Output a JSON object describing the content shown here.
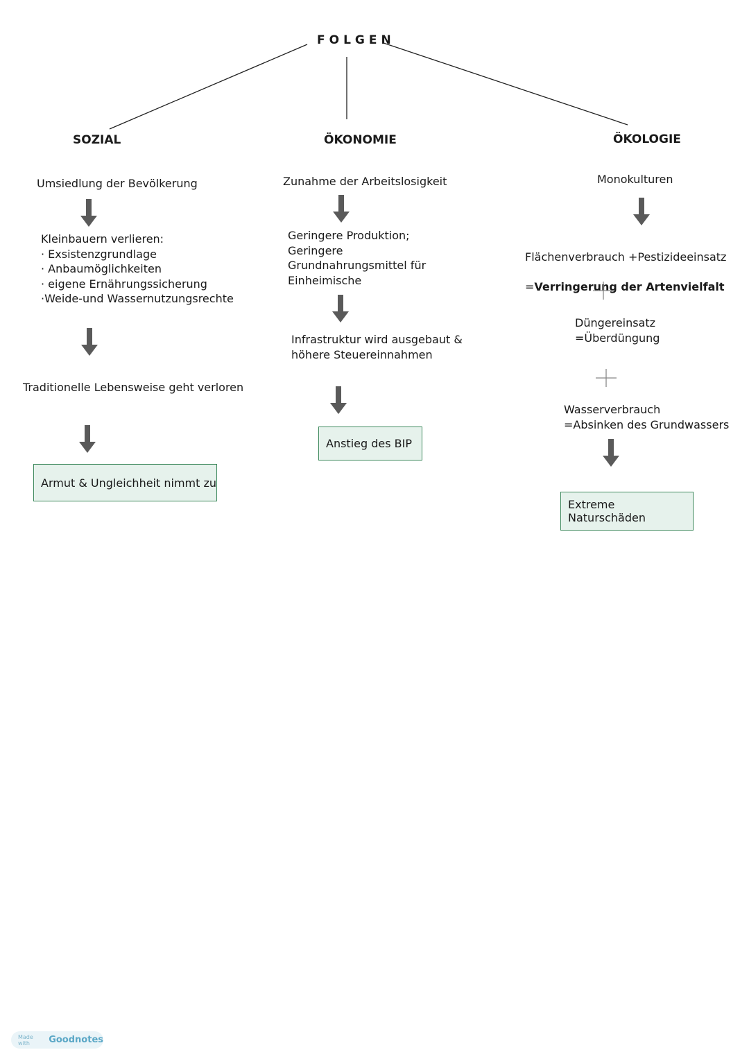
{
  "title": "FOLGEN",
  "columns": {
    "sozial": {
      "heading": "SOZIAL",
      "item1": "Umsiedlung der Bevölkerung",
      "item2": "Kleinbauern verlieren:\n· Exsistenzgrundlage\n· Anbaumöglichkeiten\n· eigene Ernährungssicherung\n·Weide-und Wassernutzungsrechte",
      "item3": "Traditionelle Lebensweise geht verloren",
      "result": "Armut & Ungleichheit nimmt zu"
    },
    "oekonomie": {
      "heading": "ÖKONOMIE",
      "item1": "Zunahme der Arbeitslosigkeit",
      "item2": "Geringere Produktion;\nGeringere\nGrundnahrungsmittel für\nEinheimische",
      "item3": "Infrastruktur wird ausgebaut &\nhöhere Steuereinnahmen",
      "result": "Anstieg des BIP"
    },
    "oekologie": {
      "heading": "ÖKOLOGIE",
      "item1": "Monokulturen",
      "item2_line1": "Flächenverbrauch +Pestizideeinsatz",
      "item2_prefix": "=",
      "item2_bold": "Verringerung der Artenvielfalt",
      "item3": "Düngereinsatz\n=Überdüngung",
      "item4": "Wasserverbrauch\n=Absinken des Grundwassers",
      "result": "Extreme Naturschäden"
    }
  },
  "badge": {
    "prefix": "Made with",
    "brand": "Goodnotes"
  },
  "colors": {
    "box_fill": "#e6f2ec",
    "box_border": "#3f8a5e",
    "arrow": "#5a5a5a"
  }
}
